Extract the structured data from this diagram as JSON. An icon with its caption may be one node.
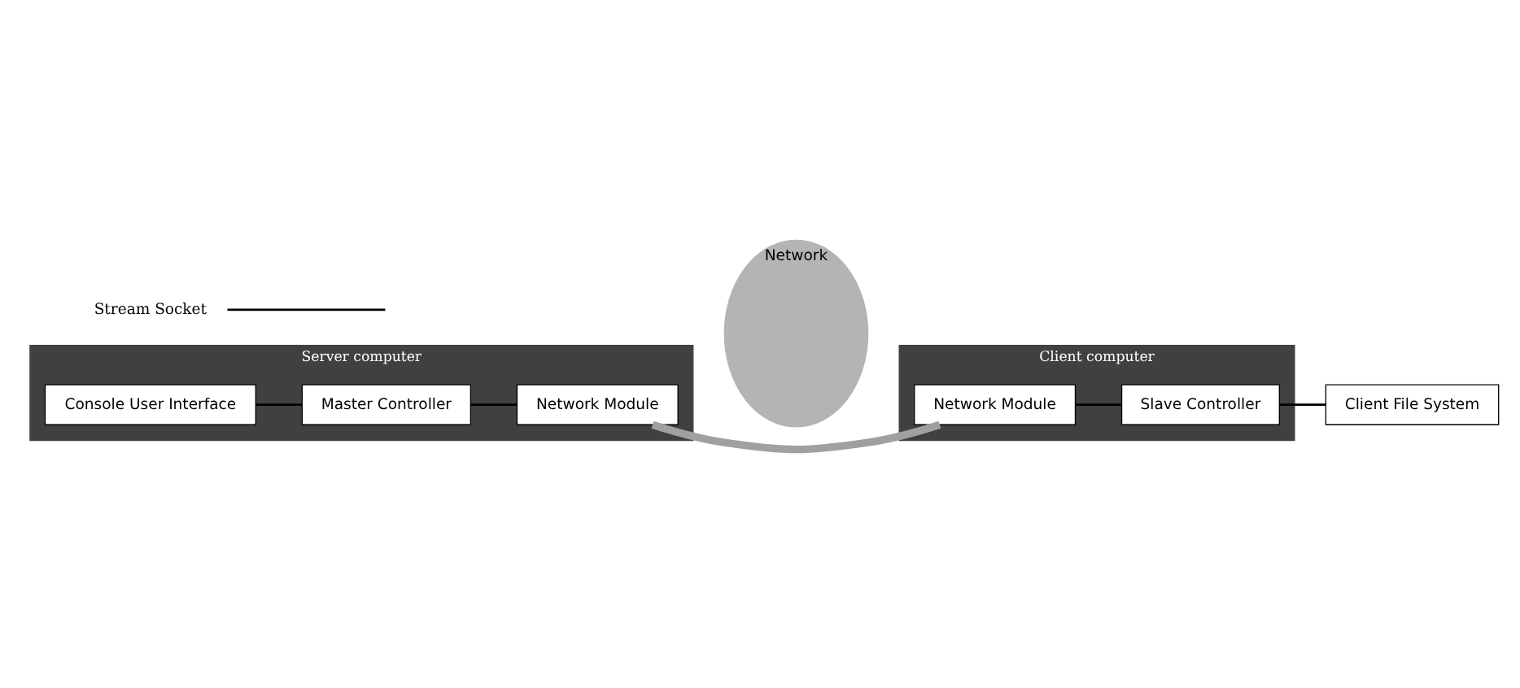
{
  "diagram": {
    "nodes": [
      {
        "text": [
          "Server computer"
        ]
      },
      {
        "text": [
          "Console User Interface"
        ],
        "in": 0
      },
      {
        "text": [
          "Master Controller"
        ],
        "in": 0
      },
      {
        "text": [
          "Network Module"
        ],
        "in": 0
      },
      {
        "text": [
          "Network"
        ]
      },
      {
        "text": [
          "Client computer"
        ]
      },
      {
        "text": [
          "Network Module"
        ],
        "in": 5
      },
      {
        "text": [
          "Slave Controller"
        ],
        "in": 5
      },
      {
        "text": [
          "Client File System"
        ]
      },
      {
        "text": [
          "Stream Socket"
        ]
      }
    ],
    "edges": [
      {
        "from": 1,
        "to": 2,
        "arrow": "none"
      },
      {
        "from": 2,
        "to": 3,
        "arrow": "none"
      },
      {
        "from": 3,
        "to": 6,
        "arrow": "none",
        "style": "thick",
        "color": "#a0a0a0"
      },
      {
        "from": 6,
        "to": 7,
        "arrow": "none"
      },
      {
        "from": 7,
        "to": 8,
        "arrow": "none"
      },
      {
        "from": 9,
        "to": null,
        "arrow": "none"
      }
    ]
  }
}
